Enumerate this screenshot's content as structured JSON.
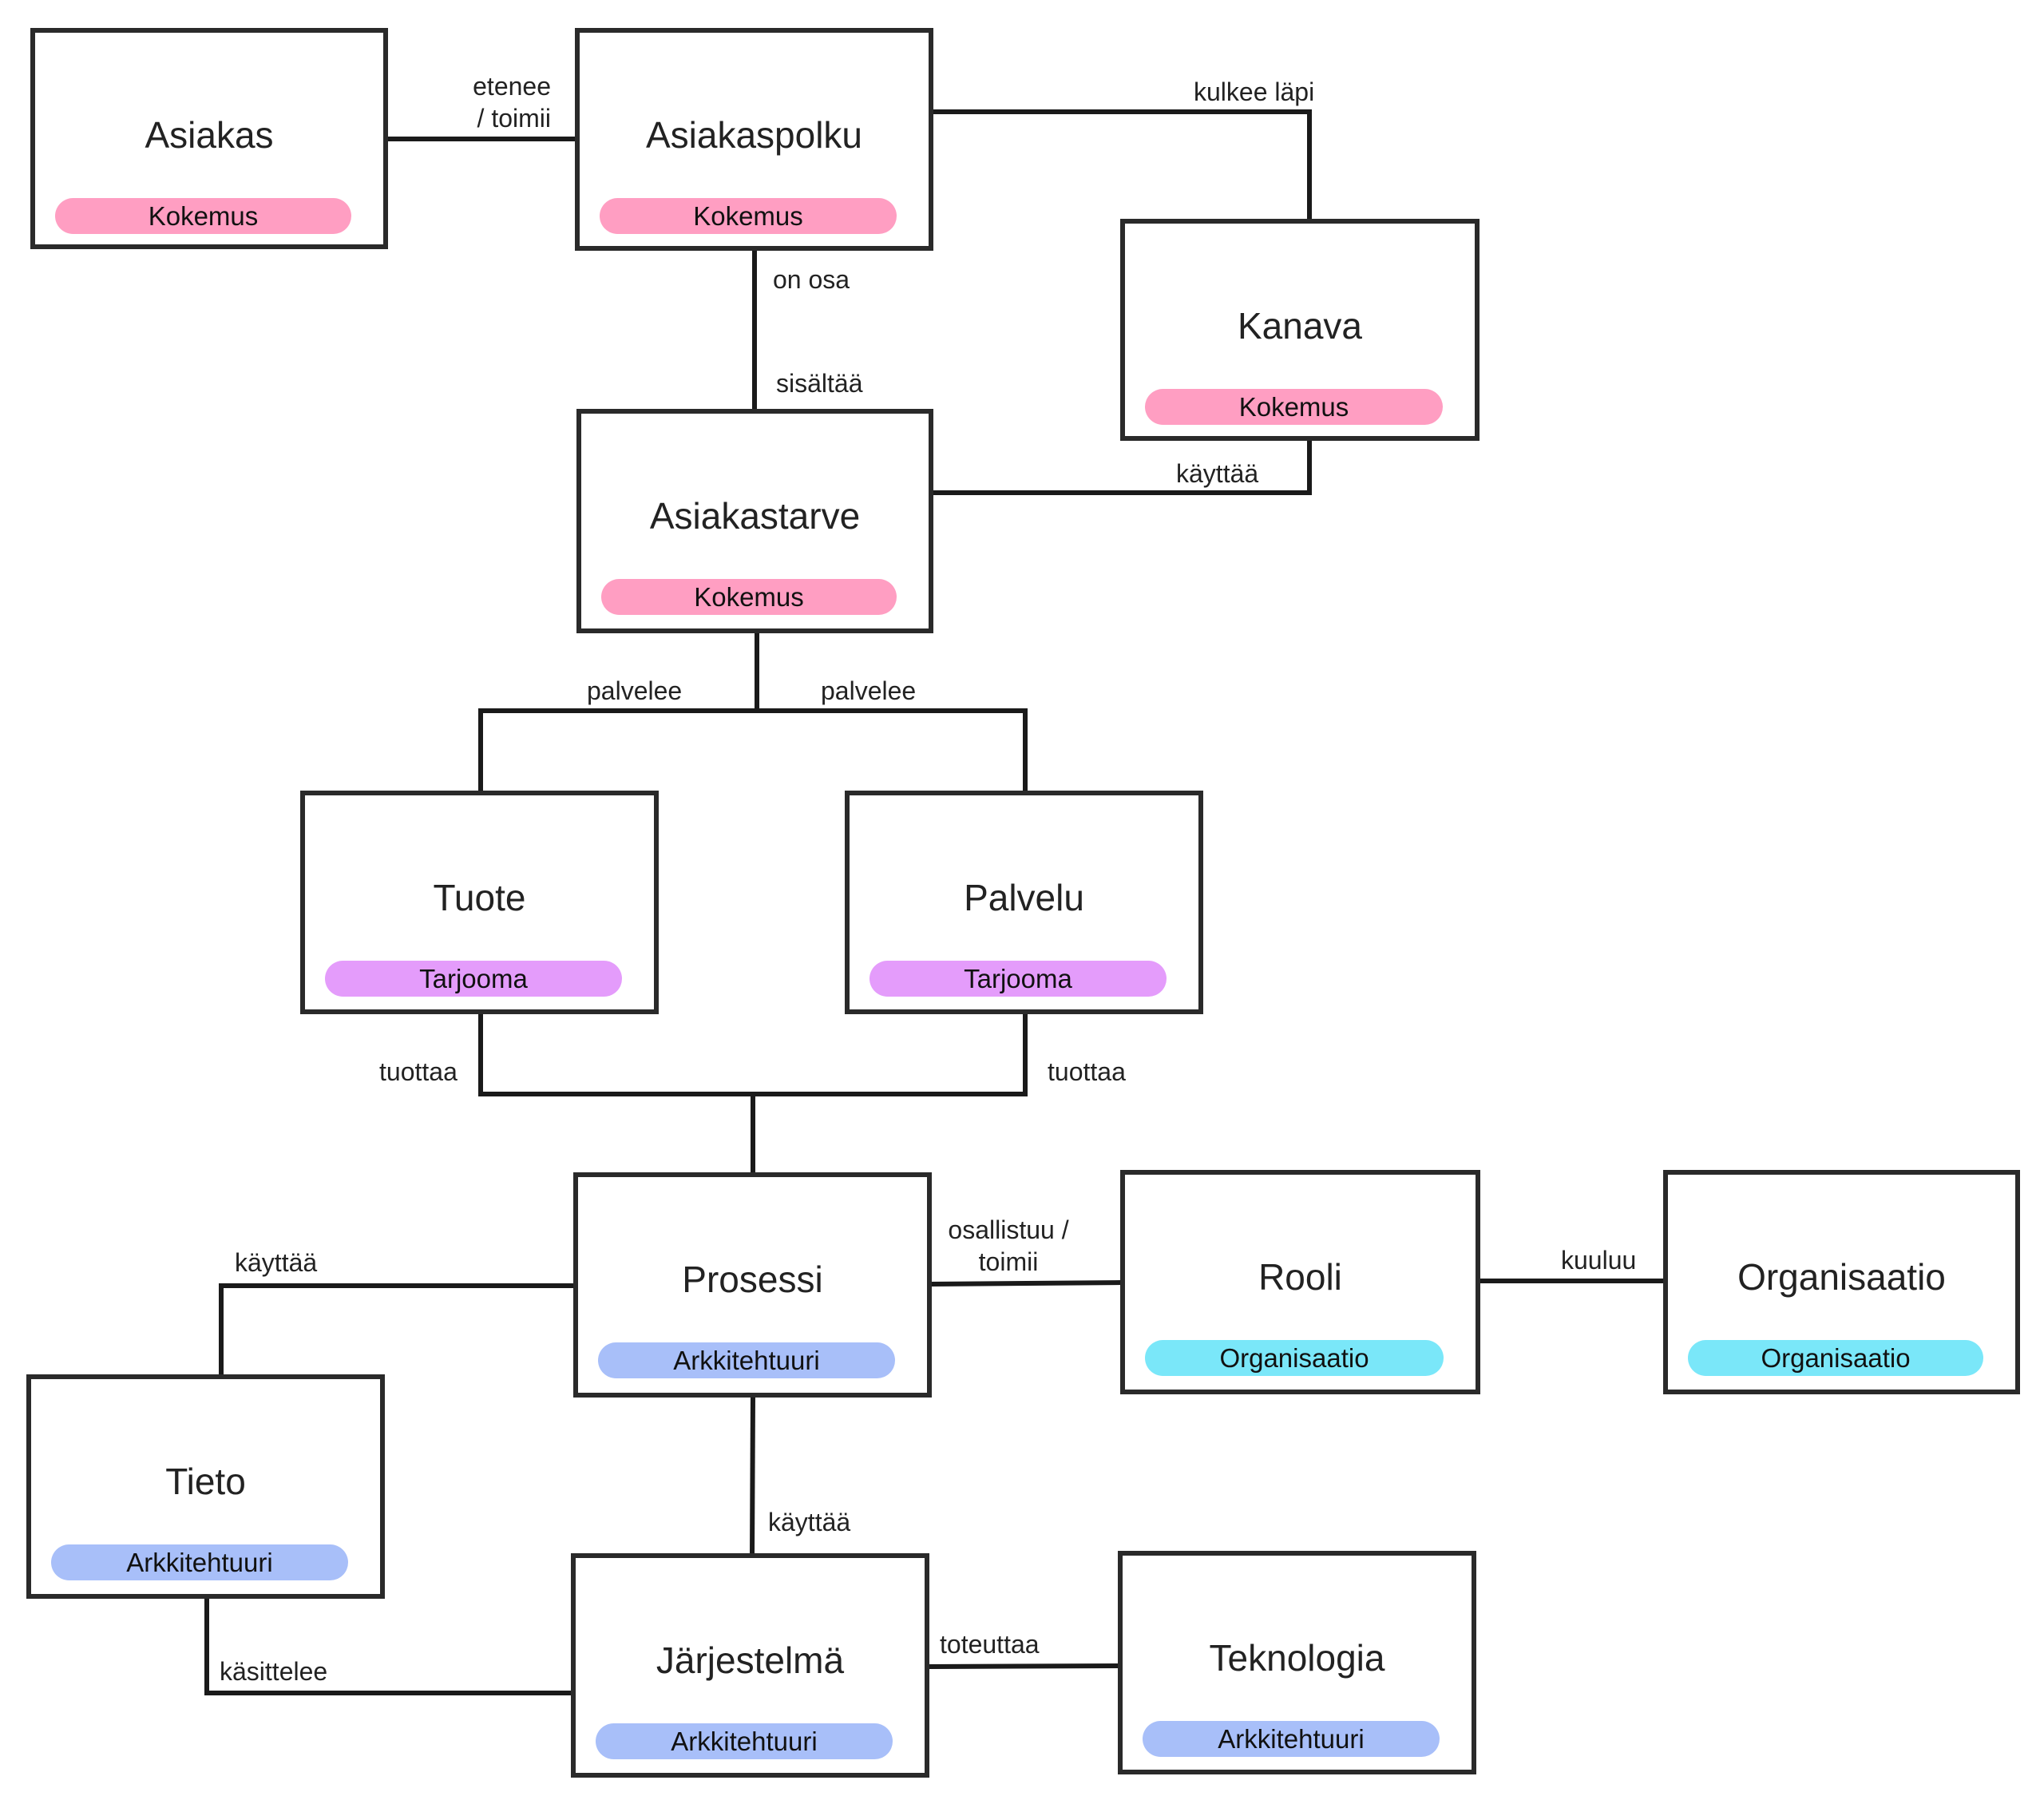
{
  "nodes": [
    {
      "id": "asiakas",
      "title": "Asiakas",
      "tag": "Kokemus"
    },
    {
      "id": "asiakaspolku",
      "title": "Asiakaspolku",
      "tag": "Kokemus"
    },
    {
      "id": "kanava",
      "title": "Kanava",
      "tag": "Kokemus"
    },
    {
      "id": "asiakastarve",
      "title": "Asiakastarve",
      "tag": "Kokemus"
    },
    {
      "id": "tuote",
      "title": "Tuote",
      "tag": "Tarjooma"
    },
    {
      "id": "palvelu",
      "title": "Palvelu",
      "tag": "Tarjooma"
    },
    {
      "id": "prosessi",
      "title": "Prosessi",
      "tag": "Arkkitehtuuri"
    },
    {
      "id": "rooli",
      "title": "Rooli",
      "tag": "Organisaatio"
    },
    {
      "id": "organisaatio",
      "title": "Organisaatio",
      "tag": "Organisaatio"
    },
    {
      "id": "tieto",
      "title": "Tieto",
      "tag": "Arkkitehtuuri"
    },
    {
      "id": "jarjestelma",
      "title": "Järjestelmä",
      "tag": "Arkkitehtuuri"
    },
    {
      "id": "teknologia",
      "title": "Teknologia",
      "tag": "Arkkitehtuuri"
    }
  ],
  "edge_labels": {
    "etenee_1": "etenee",
    "etenee_2": "/ toimii",
    "kulkee_lapi": "kulkee läpi",
    "on_osa": "on osa",
    "sisaltaa": "sisältää",
    "kayttaa_kanava": "käyttää",
    "palvelee_left": "palvelee",
    "palvelee_right": "palvelee",
    "tuottaa_left": "tuottaa",
    "tuottaa_right": "tuottaa",
    "osallistuu_1": "osallistuu /",
    "osallistuu_2": "toimii",
    "kuuluu": "kuuluu",
    "kayttaa_tieto": "käyttää",
    "kayttaa_jarjestelma": "käyttää",
    "kasittelee": "käsittelee",
    "toteuttaa": "toteuttaa"
  },
  "colors": {
    "Kokemus": "#ff9ec2",
    "Tarjooma": "#e49cfb",
    "Arkkitehtuuri": "#a8bff9",
    "Organisaatio": "#7ae7f9",
    "line": "#1a1a1a"
  }
}
